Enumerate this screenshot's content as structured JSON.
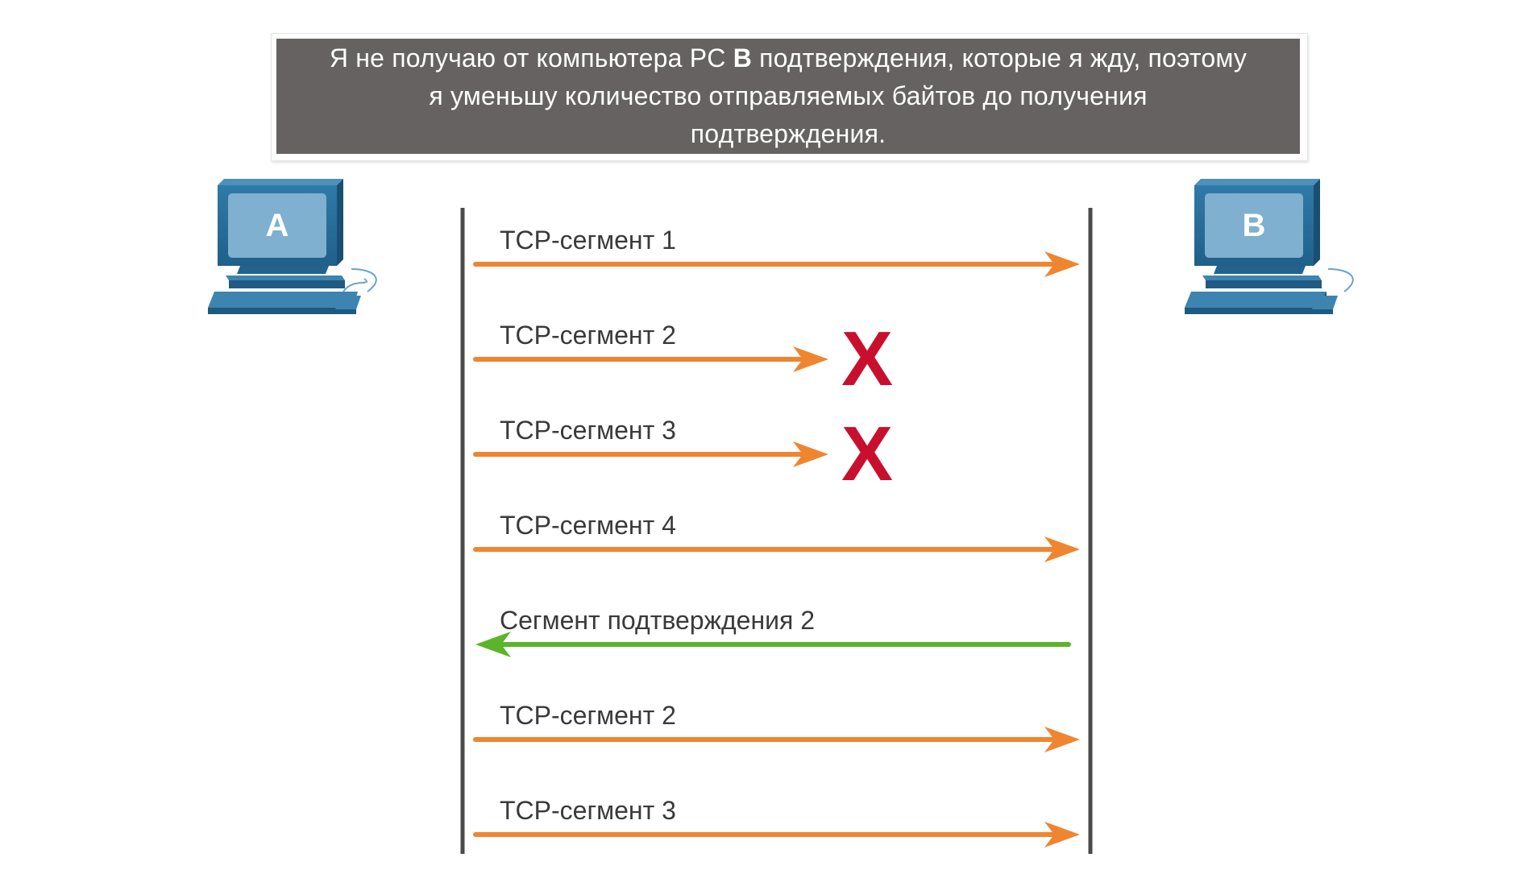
{
  "callout": {
    "text_before_bold": "Я не получаю от компьютера PC ",
    "text_bold": "B",
    "text_line1_after": " подтверждения, которые я жду, поэтому",
    "text_line2": "я уменьшу количество отправляемых байтов до получения",
    "text_line3": "подтверждения."
  },
  "hosts": {
    "left": {
      "label": "A",
      "icon": "computer-icon"
    },
    "right": {
      "label": "B",
      "icon": "computer-icon"
    }
  },
  "colors": {
    "orange_arrow": "#f08530",
    "green_arrow": "#5bb52b",
    "lost_x": "#c8102e",
    "timeline": "#4a4a4a",
    "monitor_blue": "#2e6f9a",
    "screen_blue": "#7fb0cf"
  },
  "segments": [
    {
      "label": "TCP-сегмент 1",
      "direction": "A-to-B",
      "lost": false
    },
    {
      "label": "TCP-сегмент 2",
      "direction": "A-to-B",
      "lost": true,
      "lost_mark": "X"
    },
    {
      "label": "TCP-сегмент 3",
      "direction": "A-to-B",
      "lost": true,
      "lost_mark": "X"
    },
    {
      "label": "TCP-сегмент 4",
      "direction": "A-to-B",
      "lost": false
    },
    {
      "label": "Сегмент подтверждения 2",
      "direction": "B-to-A",
      "lost": false
    },
    {
      "label": "TCP-сегмент 2",
      "direction": "A-to-B",
      "lost": false
    },
    {
      "label": "TCP-сегмент 3",
      "direction": "A-to-B",
      "lost": false
    }
  ]
}
